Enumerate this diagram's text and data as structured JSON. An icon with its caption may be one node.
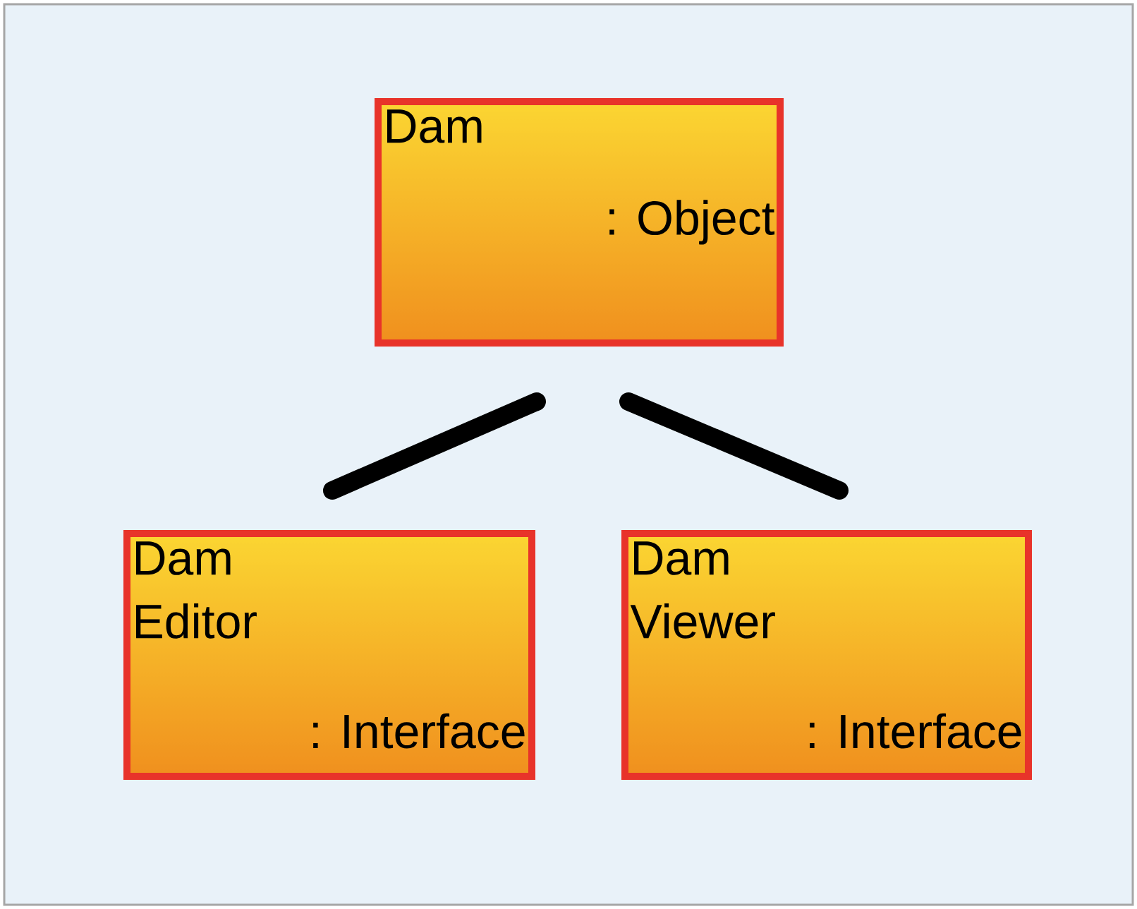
{
  "diagram": {
    "nodes": [
      {
        "text": [
          "Dam",
          ": Object"
        ]
      },
      {
        "text": [
          "Dam Editor",
          ": Interface"
        ]
      },
      {
        "text": [
          "Dam Viewer",
          ": Interface"
        ]
      }
    ],
    "edges": [
      {
        "from": 0,
        "to": 1,
        "arrow": "none"
      },
      {
        "from": 0,
        "to": 2,
        "arrow": "none"
      }
    ]
  }
}
